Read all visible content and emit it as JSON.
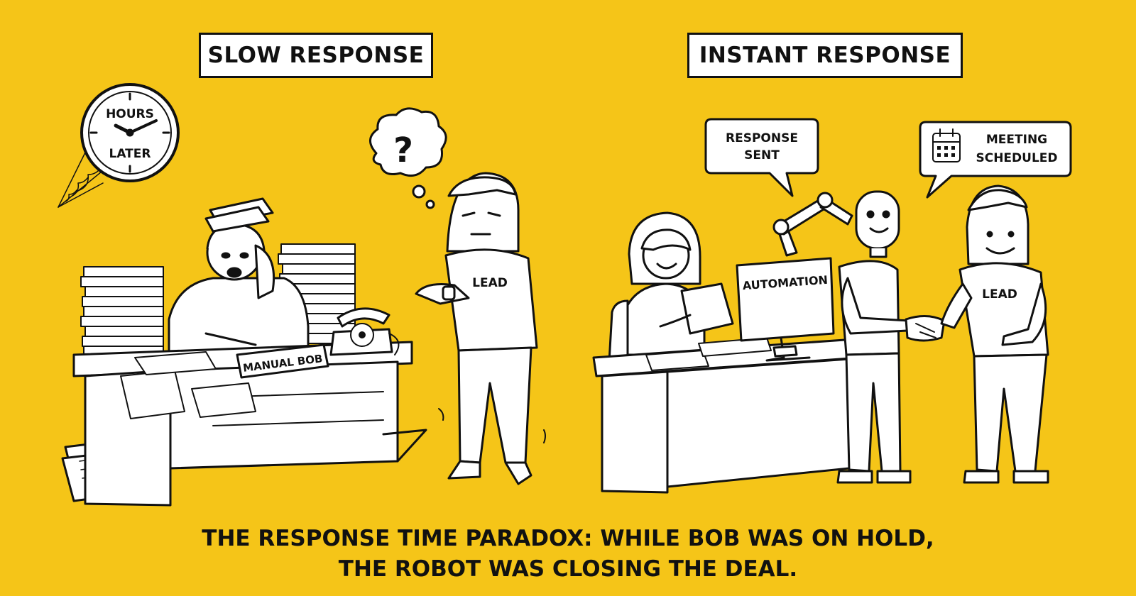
{
  "panels": {
    "left": {
      "title": "SLOW RESPONSE",
      "clock": {
        "line1": "HOURS",
        "line2": "LATER"
      },
      "thought": "?",
      "nameplate": "MANUAL BOB",
      "lead_label": "LEAD"
    },
    "right": {
      "title": "INSTANT RESPONSE",
      "bubble_response": {
        "line1": "RESPONSE",
        "line2": "SENT"
      },
      "bubble_meeting": {
        "line1": "MEETING",
        "line2": "SCHEDULED"
      },
      "monitor_label": "AUTOMATION",
      "lead_label": "LEAD"
    }
  },
  "caption": {
    "line1": "THE RESPONSE TIME PARADOX: WHILE BOB WAS ON HOLD,",
    "line2": "THE ROBOT WAS CLOSING THE DEAL."
  },
  "colors": {
    "background": "#F5C518",
    "ink": "#111111",
    "paper": "#ffffff"
  }
}
